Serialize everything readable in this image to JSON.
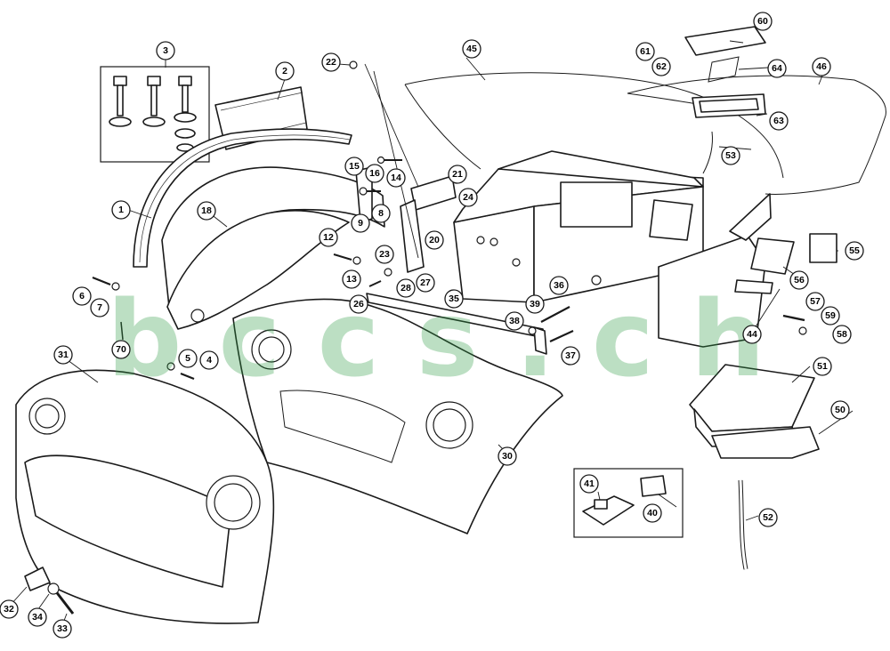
{
  "watermark": "b c c s . c h",
  "callouts": [
    "1",
    "2",
    "3",
    "4",
    "5",
    "6",
    "7",
    "8",
    "9",
    "12",
    "13",
    "14",
    "15",
    "16",
    "18",
    "20",
    "21",
    "22",
    "23",
    "24",
    "26",
    "27",
    "28",
    "30",
    "31",
    "32",
    "33",
    "34",
    "35",
    "36",
    "37",
    "38",
    "39",
    "40",
    "41",
    "44",
    "45",
    "46",
    "50",
    "51",
    "52",
    "53",
    "55",
    "56",
    "57",
    "58",
    "59",
    "60",
    "61",
    "62",
    "63",
    "64",
    "70"
  ]
}
